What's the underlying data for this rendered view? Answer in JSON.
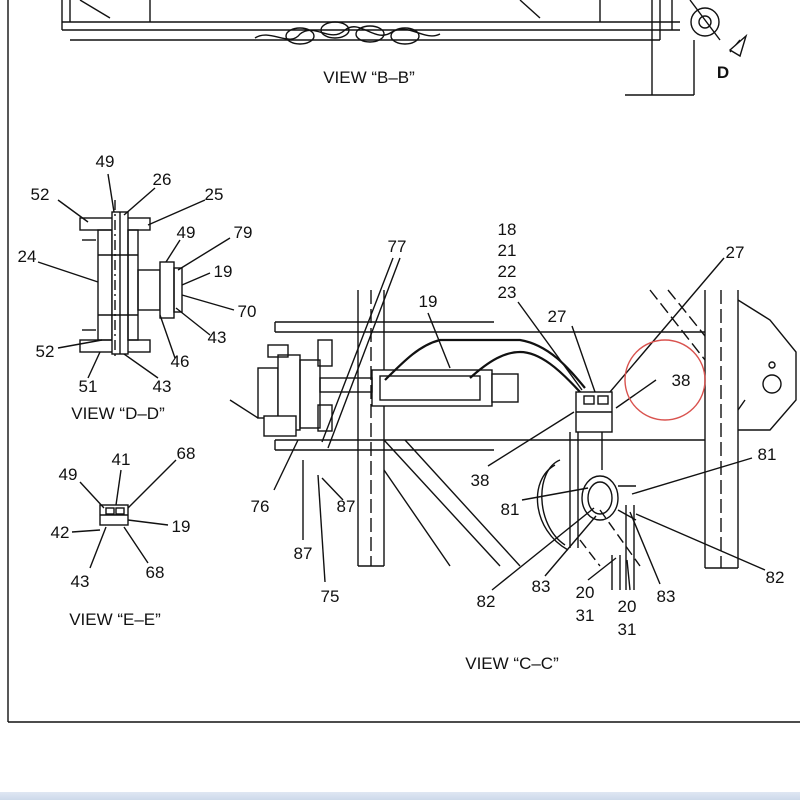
{
  "views": {
    "bb": "VIEW “B–B”",
    "dd": "VIEW “D–D”",
    "ee": "VIEW “E–E”",
    "cc": "VIEW “C–C”"
  },
  "section_marker": "D",
  "callouts": {
    "dd": [
      "49",
      "26",
      "25",
      "52",
      "49",
      "79",
      "24",
      "19",
      "70",
      "43",
      "52",
      "46",
      "51",
      "43"
    ],
    "ee": [
      "41",
      "68",
      "49",
      "19",
      "42",
      "43",
      "68"
    ],
    "cc": [
      "77",
      "19",
      "18",
      "21",
      "22",
      "23",
      "27",
      "27",
      "38",
      "38",
      "81",
      "76",
      "87",
      "81",
      "87",
      "75",
      "82",
      "83",
      "20",
      "31",
      "20",
      "31",
      "83",
      "82"
    ]
  },
  "highlight": {
    "color": "#d9534f",
    "label": "38"
  },
  "colors": {
    "line": "#111111",
    "bottom_bar": "#dfe7f3"
  }
}
